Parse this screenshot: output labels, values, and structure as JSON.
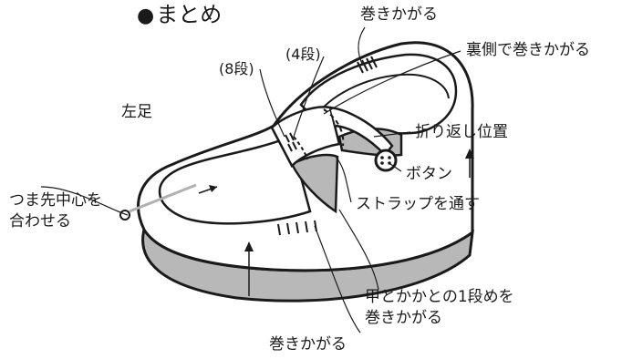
{
  "title": {
    "bullet": "●",
    "text": "まとめ"
  },
  "labels": {
    "left_foot": "左足",
    "roll_top": "巻きかがる",
    "roll_back": "裏側で巻きかがる",
    "rows_4": "(4段)",
    "rows_8": "(8段)",
    "fold_position": "折り返し位置",
    "button": "ボタン",
    "strap_through": "ストラップを通す",
    "toe_center_1": "つま先中心を",
    "toe_center_2": "合わせる",
    "upper_heel_1": "甲とかかとの1段めを",
    "upper_heel_2": "巻きかがる",
    "roll_bottom": "巻きかがる"
  },
  "colors": {
    "sole_fill": "#b8b8b8",
    "outline": "#1a1a1a",
    "toe_line": "#b0b0b0",
    "background": "#ffffff"
  }
}
